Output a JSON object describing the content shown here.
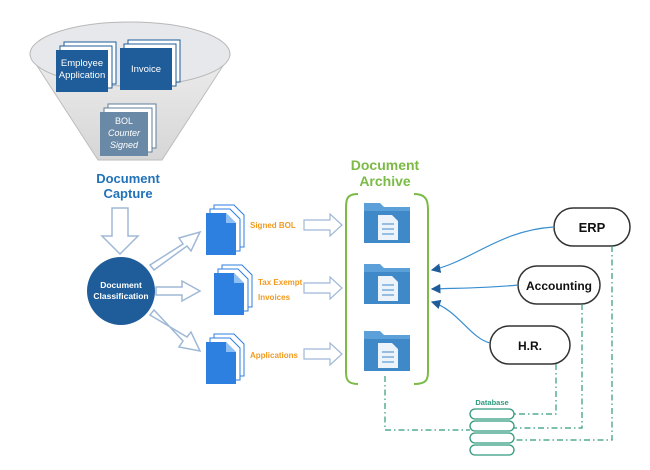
{
  "capture": {
    "title_line1": "Document",
    "title_line2": "Capture",
    "docs": {
      "employee_line1": "Employee",
      "employee_line2": "Application",
      "invoice": "Invoice",
      "bol_line1": "BOL",
      "bol_line2": "Counter",
      "bol_line3": "Signed"
    }
  },
  "classification": {
    "line1": "Document",
    "line2": "Classification"
  },
  "doc_types": {
    "signed_bol": "Signed BOL",
    "tax_line1": "Tax Exempt",
    "tax_line2": "Invoices",
    "applications": "Applications"
  },
  "archive": {
    "title_line1": "Document",
    "title_line2": "Archive"
  },
  "systems": {
    "erp": "ERP",
    "accounting": "Accounting",
    "hr": "H.R."
  },
  "database": {
    "label": "Database"
  },
  "colors": {
    "blue_dark": "#1f5d9a",
    "blue_doc": "#2d7fe0",
    "blue_title": "#2172b8",
    "green_archive": "#7bbb45",
    "orange_label": "#f39a1e",
    "teal_db": "#2e9b7c"
  }
}
